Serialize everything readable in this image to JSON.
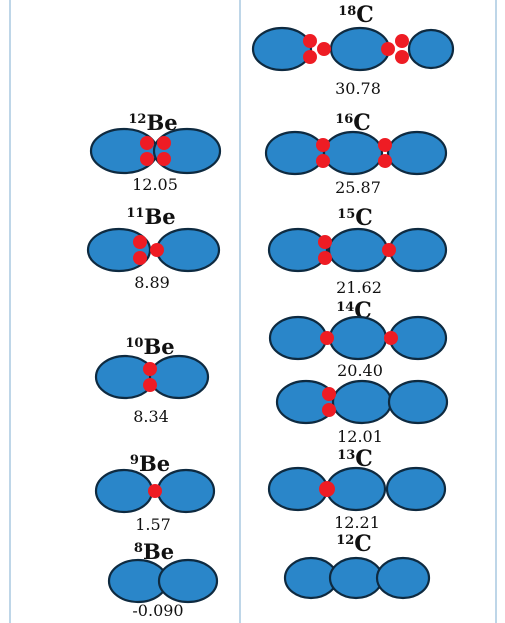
{
  "colors": {
    "alpha_fill": "#2a86c9",
    "alpha_stroke": "#0e2a40",
    "neutron_fill": "#ee1c24",
    "divider": "#a9c9e0",
    "text": "#111111"
  },
  "be_column": [
    {
      "mass": "12",
      "element": "Be",
      "energy": "12.05"
    },
    {
      "mass": "11",
      "element": "Be",
      "energy": "8.89"
    },
    {
      "mass": "10",
      "element": "Be",
      "energy": "8.34"
    },
    {
      "mass": "9",
      "element": "Be",
      "energy": "1.57"
    },
    {
      "mass": "8",
      "element": "Be",
      "energy": "-0.090"
    }
  ],
  "c_column": [
    {
      "mass": "18",
      "element": "C",
      "energy": "30.78"
    },
    {
      "mass": "16",
      "element": "C",
      "energy": "25.87"
    },
    {
      "mass": "15",
      "element": "C",
      "energy": "21.62"
    },
    {
      "mass": "14",
      "element": "C",
      "energy": "20.40"
    },
    {
      "mass": "",
      "element": "",
      "energy": "12.01"
    },
    {
      "mass": "13",
      "element": "C",
      "energy": "12.21"
    },
    {
      "mass": "12",
      "element": "C",
      "energy": ""
    }
  ]
}
